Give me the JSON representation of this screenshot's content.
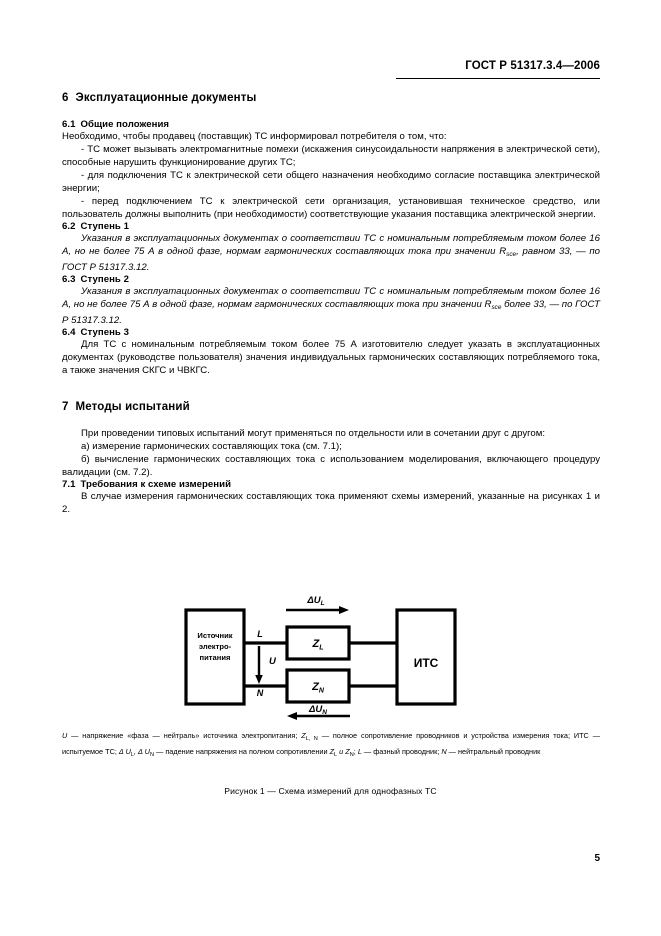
{
  "header": {
    "standard_code": "ГОСТ Р 51317.3.4—2006"
  },
  "sections": {
    "s6": {
      "number": "6",
      "title": "Эксплуатационные документы"
    },
    "s6_1": {
      "number": "6.1",
      "title": "Общие положения",
      "lead": "Необходимо, чтобы продавец (поставщик) ТС информировал потребителя о том, что:",
      "bullets": [
        "- ТС может вызывать электромагнитные помехи (искажения синусоидальности напряжения в электрической сети), способные нарушить функционирование других ТС;",
        "- для подключения ТС к электрической сети общего назначения необходимо согласие поставщика электрической энергии;",
        "- перед подключением ТС к электрической сети организация, установившая техническое средство, или пользователь должны выполнить (при необходимости) соответствующие указания поставщика электрической энергии."
      ]
    },
    "s6_2": {
      "number": "6.2",
      "title": "Ступень 1",
      "text_a": "Указания в эксплуатационных документах о соответствии ТС с номинальным потребляемым током более 16 А, но не более 75 А в одной фазе, нормам гармонических составляющих тока при значении ",
      "symbol": "R",
      "symbol_sub": "sce",
      "text_b": ", равном 33, — по ГОСТ Р 51317.3.12."
    },
    "s6_3": {
      "number": "6.3",
      "title": "Ступень 2",
      "text_a": "Указания в эксплуатационных документах о соответствии ТС с номинальным потребляемым током более 16 А, но не более 75 А в одной фазе, нормам гармонических составляющих тока при значении ",
      "symbol": "R",
      "symbol_sub": "sce",
      "text_b": " более 33, — по ГОСТ Р 51317.3.12."
    },
    "s6_4": {
      "number": "6.4",
      "title": "Ступень 3",
      "text": "Для ТС с номинальным потребляемым током более 75 А изготовителю следует указать в эксплуатационных документах (руководстве пользователя) значения индивидуальных гармонических составляющих потребляемого тока, а также значения СКГС и ЧВКГС."
    },
    "s7": {
      "number": "7",
      "title": "Методы испытаний",
      "lead": "При проведении типовых испытаний могут применяться по отдельности или в сочетании друг с другом:",
      "items": [
        "а)  измерение гармонических составляющих тока (см. 7.1);",
        "б)  вычисление гармонических составляющих тока с использованием моделирования, включающего процедуру валидации (см. 7.2)."
      ]
    },
    "s7_1": {
      "number": "7.1",
      "title": "Требования к схеме измерений",
      "text": "В случае измерения гармонических составляющих тока применяют схемы измерений, указанные на рисунках 1 и 2."
    }
  },
  "figure": {
    "source_box": {
      "line1": "Источник",
      "line2": "электро-",
      "line3": "питания"
    },
    "impedance_l": {
      "symbol": "Z",
      "sub": "L"
    },
    "impedance_n": {
      "symbol": "Z",
      "sub": "N"
    },
    "eut_box": "ИТС",
    "conductor_l": "L",
    "conductor_n": "N",
    "voltage_u": "U",
    "drop_l": {
      "delta": "Δ",
      "symbol": "U",
      "sub": "L"
    },
    "drop_n": {
      "delta": "Δ",
      "symbol": "U",
      "sub": "N"
    },
    "note": {
      "p1_a": "U",
      "p1_b": " — напряжение «фаза — нейтраль» источника электропитания; ",
      "p2_a": "Z",
      "p2_sub": "L, N",
      "p2_b": " — полное сопротивление проводников и устройства измерения тока; ИТС — испытуемое ТС; ",
      "p3_a": "Δ U",
      "p3_sub1": "L",
      "p3_b": ", Δ U",
      "p3_sub2": "N",
      "p3_c": " — падение напряжения на полном сопротивлении ",
      "p4_a": "Z",
      "p4_sub1": "L",
      "p4_b": " и Z",
      "p4_sub2": "N",
      "p4_c": "; ",
      "p5_a": "L",
      "p5_b": " — фазный проводник; ",
      "p6_a": "N",
      "p6_b": " — нейтральный проводник"
    },
    "caption": "Рисунок 1 —  Схема измерений для однофазных ТС"
  },
  "page_number": "5",
  "colors": {
    "ink": "#000000",
    "paper": "#ffffff"
  }
}
